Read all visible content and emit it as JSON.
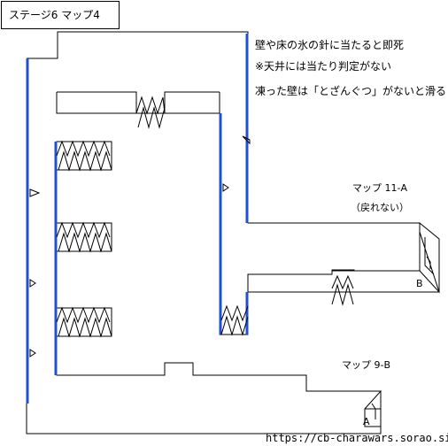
{
  "title": "ステージ6 マップ4",
  "notes": [
    "壁や床の氷の針に当たると即死",
    "※天井には当たり判定がない",
    "凍った壁は「とざんぐつ」がないと滑る"
  ],
  "exits": [
    {
      "name": "マップ 11-A",
      "sub": "（戻れない）",
      "letter": "B"
    },
    {
      "name": "マップ 9-B",
      "letter": "A"
    }
  ],
  "site": "https://cb-charawars.sorao.site",
  "colors": {
    "wall": "#000000",
    "ice_wall": "#1f4fd8",
    "background": "#ffffff"
  }
}
